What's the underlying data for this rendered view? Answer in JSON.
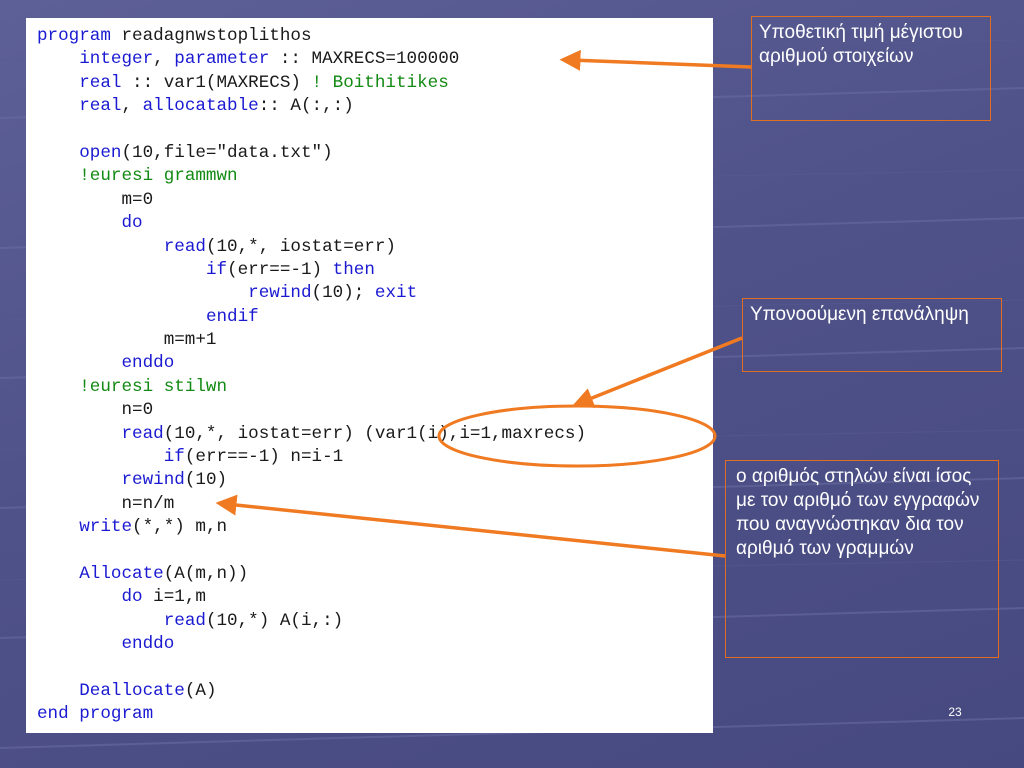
{
  "slide": {
    "code_lines": [
      [
        {
          "t": "program",
          "c": "kw"
        },
        {
          "t": " readagnwstoplithos"
        }
      ],
      [
        {
          "t": "    "
        },
        {
          "t": "integer",
          "c": "kw"
        },
        {
          "t": ", "
        },
        {
          "t": "parameter",
          "c": "kw"
        },
        {
          "t": " :: MAXRECS=100000"
        }
      ],
      [
        {
          "t": "    "
        },
        {
          "t": "real",
          "c": "kw"
        },
        {
          "t": " :: var1(MAXRECS) "
        },
        {
          "t": "! Boithitikes",
          "c": "cm"
        }
      ],
      [
        {
          "t": "    "
        },
        {
          "t": "real",
          "c": "kw"
        },
        {
          "t": ", "
        },
        {
          "t": "allocatable",
          "c": "kw"
        },
        {
          "t": ":: A(:,:)"
        }
      ],
      [
        {
          "t": ""
        }
      ],
      [
        {
          "t": "    "
        },
        {
          "t": "open",
          "c": "kw"
        },
        {
          "t": "(10,file=\"data.txt\")"
        }
      ],
      [
        {
          "t": "    "
        },
        {
          "t": "!euresi grammwn",
          "c": "cm"
        }
      ],
      [
        {
          "t": "        m=0"
        }
      ],
      [
        {
          "t": "        "
        },
        {
          "t": "do",
          "c": "kw"
        }
      ],
      [
        {
          "t": "            "
        },
        {
          "t": "read",
          "c": "kw"
        },
        {
          "t": "(10,*, iostat=err)"
        }
      ],
      [
        {
          "t": "                "
        },
        {
          "t": "if",
          "c": "kw"
        },
        {
          "t": "(err==-1) "
        },
        {
          "t": "then",
          "c": "kw"
        }
      ],
      [
        {
          "t": "                    "
        },
        {
          "t": "rewind",
          "c": "kw"
        },
        {
          "t": "(10); "
        },
        {
          "t": "exit",
          "c": "kw"
        }
      ],
      [
        {
          "t": "                "
        },
        {
          "t": "endif",
          "c": "kw"
        }
      ],
      [
        {
          "t": "            m=m+1"
        }
      ],
      [
        {
          "t": "        "
        },
        {
          "t": "enddo",
          "c": "kw"
        }
      ],
      [
        {
          "t": "    "
        },
        {
          "t": "!euresi stilwn",
          "c": "cm"
        }
      ],
      [
        {
          "t": "        n=0"
        }
      ],
      [
        {
          "t": "        "
        },
        {
          "t": "read",
          "c": "kw"
        },
        {
          "t": "(10,*, iostat=err) (var1(i),i=1,maxrecs)"
        }
      ],
      [
        {
          "t": "            "
        },
        {
          "t": "if",
          "c": "kw"
        },
        {
          "t": "(err==-1) n=i-1"
        }
      ],
      [
        {
          "t": "        "
        },
        {
          "t": "rewind",
          "c": "kw"
        },
        {
          "t": "(10)"
        }
      ],
      [
        {
          "t": "        n=n/m"
        }
      ],
      [
        {
          "t": "    "
        },
        {
          "t": "write",
          "c": "kw"
        },
        {
          "t": "(*,*) m,n"
        }
      ],
      [
        {
          "t": ""
        }
      ],
      [
        {
          "t": "    "
        },
        {
          "t": "Allocate",
          "c": "kw"
        },
        {
          "t": "(A(m,n))"
        }
      ],
      [
        {
          "t": "        "
        },
        {
          "t": "do",
          "c": "kw"
        },
        {
          "t": " i=1,m"
        }
      ],
      [
        {
          "t": "            "
        },
        {
          "t": "read",
          "c": "kw"
        },
        {
          "t": "(10,*) A(i,:)"
        }
      ],
      [
        {
          "t": "        "
        },
        {
          "t": "enddo",
          "c": "kw"
        }
      ],
      [
        {
          "t": ""
        }
      ],
      [
        {
          "t": "    "
        },
        {
          "t": "Deallocate",
          "c": "kw"
        },
        {
          "t": "(A)"
        }
      ],
      [
        {
          "t": "end program",
          "c": "kw"
        }
      ]
    ],
    "callouts": {
      "max_elements": "Υποθετική τιμή μέγιστου αριθμού στοιχείων",
      "implied_loop": "Υπονοούμενη επανάληψη",
      "column_count": "ο αριθμός στηλών είναι ίσος με τον αριθμό των εγγραφών που αναγνώστηκαν δια τον αριθμό των γραμμών"
    },
    "page_number": "23"
  },
  "colors": {
    "keyword": "#1a1ad2",
    "comment": "#138a13",
    "accent": "#f07a21",
    "background": "#4f5289"
  }
}
